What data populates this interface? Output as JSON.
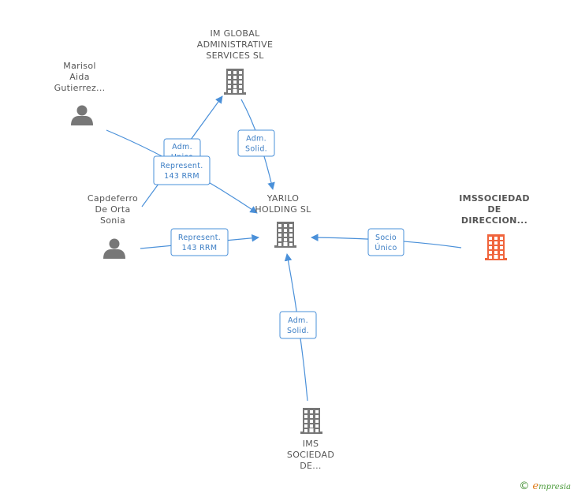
{
  "nodes": [
    {
      "id": "im-global",
      "type": "company",
      "lines": [
        "IM GLOBAL",
        "ADMINISTRATIVE",
        "SERVICES  SL"
      ],
      "color": "#777777",
      "focus": false
    },
    {
      "id": "marisol",
      "type": "person",
      "lines": [
        "Marisol",
        "Aida",
        "Gutierrez..."
      ],
      "color": "#777777",
      "focus": false
    },
    {
      "id": "capdeferro",
      "type": "person",
      "lines": [
        "Capdeferro",
        "De Orta",
        "Sonia"
      ],
      "color": "#777777",
      "focus": false
    },
    {
      "id": "yarilo",
      "type": "company",
      "lines": [
        "YARILO",
        "HOLDING SL"
      ],
      "color": "#777777",
      "focus": false
    },
    {
      "id": "imssociedad",
      "type": "company",
      "lines": [
        "IMSSOCIEDAD",
        "DE",
        "DIRECCION..."
      ],
      "color": "#f0643c",
      "focus": true
    },
    {
      "id": "ims",
      "type": "company",
      "lines": [
        "IMS",
        "SOCIEDAD",
        "DE..."
      ],
      "color": "#777777",
      "focus": false
    }
  ],
  "edges": [
    {
      "id": "e1",
      "lines": [
        "Adm.",
        "Unico"
      ]
    },
    {
      "id": "e2",
      "lines": [
        "Represent.",
        "143 RRM"
      ]
    },
    {
      "id": "e3",
      "lines": [
        "Adm.",
        "Solid."
      ]
    },
    {
      "id": "e4",
      "lines": [
        "Represent.",
        "143 RRM"
      ]
    },
    {
      "id": "e5",
      "lines": [
        "Socio",
        "Único"
      ]
    },
    {
      "id": "e6",
      "lines": [
        "Adm.",
        "Solid."
      ]
    }
  ],
  "footer": {
    "copyright": "©",
    "brand_initial": "e",
    "brand_rest": "mpresia"
  },
  "colors": {
    "edge": "#4a90d9",
    "node": "#777777",
    "focus": "#f0643c"
  }
}
